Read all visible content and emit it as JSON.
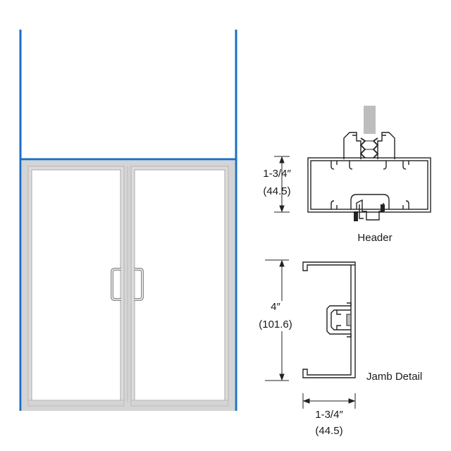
{
  "header_detail": {
    "dimension": "1-3/4″",
    "dimension_metric": "(44.5)",
    "caption": "Header"
  },
  "jamb_detail": {
    "height_dimension": "4″",
    "height_dimension_metric": "(101.6)",
    "width_dimension": "1-3/4″",
    "width_dimension_metric": "(44.5)",
    "caption": "Jamb Detail"
  },
  "colors": {
    "frame_blue": "#1a6fc6",
    "door_aluminum": "#d4d4d4",
    "profile_stroke": "#222222",
    "glass_stop_gray": "#bdbdbd"
  }
}
